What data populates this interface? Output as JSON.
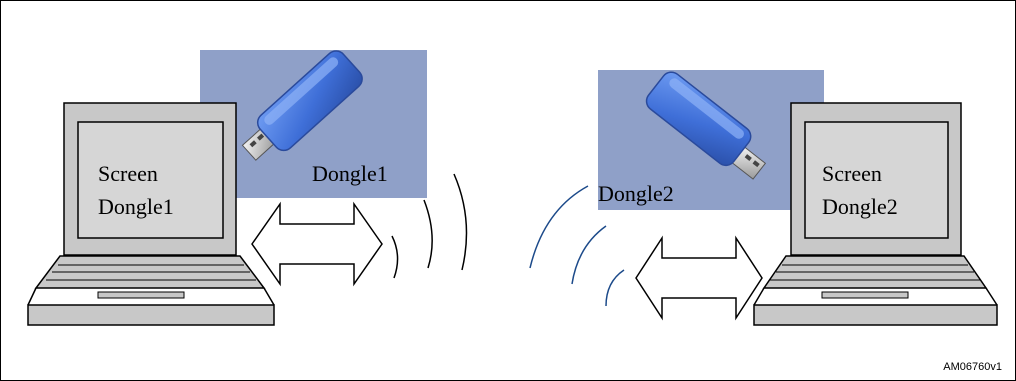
{
  "laptop_left": {
    "screen_line1": "Screen",
    "screen_line2": "Dongle1"
  },
  "laptop_right": {
    "screen_line1": "Screen",
    "screen_line2": "Dongle2"
  },
  "dongle_left": {
    "label": "Dongle1"
  },
  "dongle_right": {
    "label": "Dongle2"
  },
  "figure_ref": "AM06760v1",
  "colors": {
    "panel_bg": "#8fa0c8",
    "dongle_body": "#3f6fd8",
    "laptop_body": "#c8c8c8",
    "screen": "#d6d6d6",
    "wave_left": "#000000",
    "wave_right": "#1c4a8a"
  },
  "icons": [
    "laptop-icon",
    "usb-dongle-icon",
    "double-arrow-icon",
    "radio-wave-icon"
  ]
}
